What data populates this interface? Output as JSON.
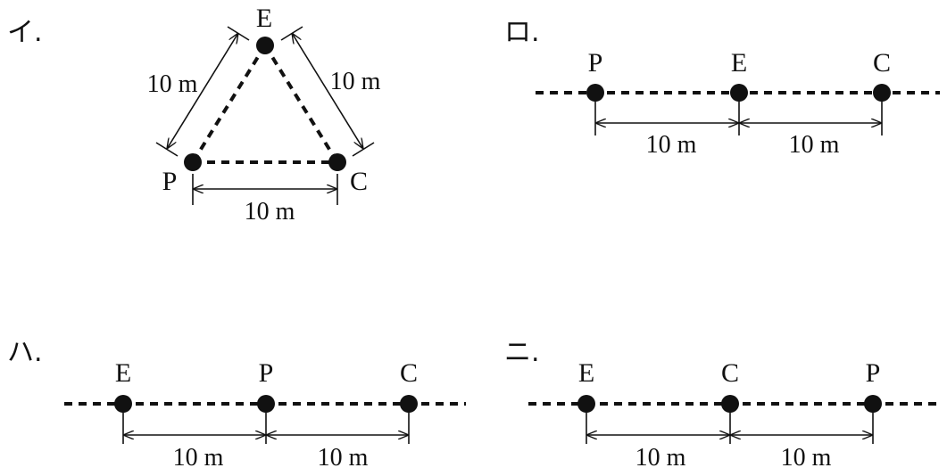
{
  "panels": {
    "i": {
      "label": "イ.",
      "nodes": {
        "E": "E",
        "P": "P",
        "C": "C"
      },
      "dims": {
        "left": "10 m",
        "right": "10 m",
        "bottom": "10 m"
      }
    },
    "ro": {
      "label": "ロ.",
      "nodes": [
        "P",
        "E",
        "C"
      ],
      "dims": [
        "10 m",
        "10 m"
      ]
    },
    "ha": {
      "label": "ハ.",
      "nodes": [
        "E",
        "P",
        "C"
      ],
      "dims": [
        "10 m",
        "10 m"
      ]
    },
    "ni": {
      "label": "ニ.",
      "nodes": [
        "E",
        "C",
        "P"
      ],
      "dims": [
        "10 m",
        "10 m"
      ]
    }
  }
}
